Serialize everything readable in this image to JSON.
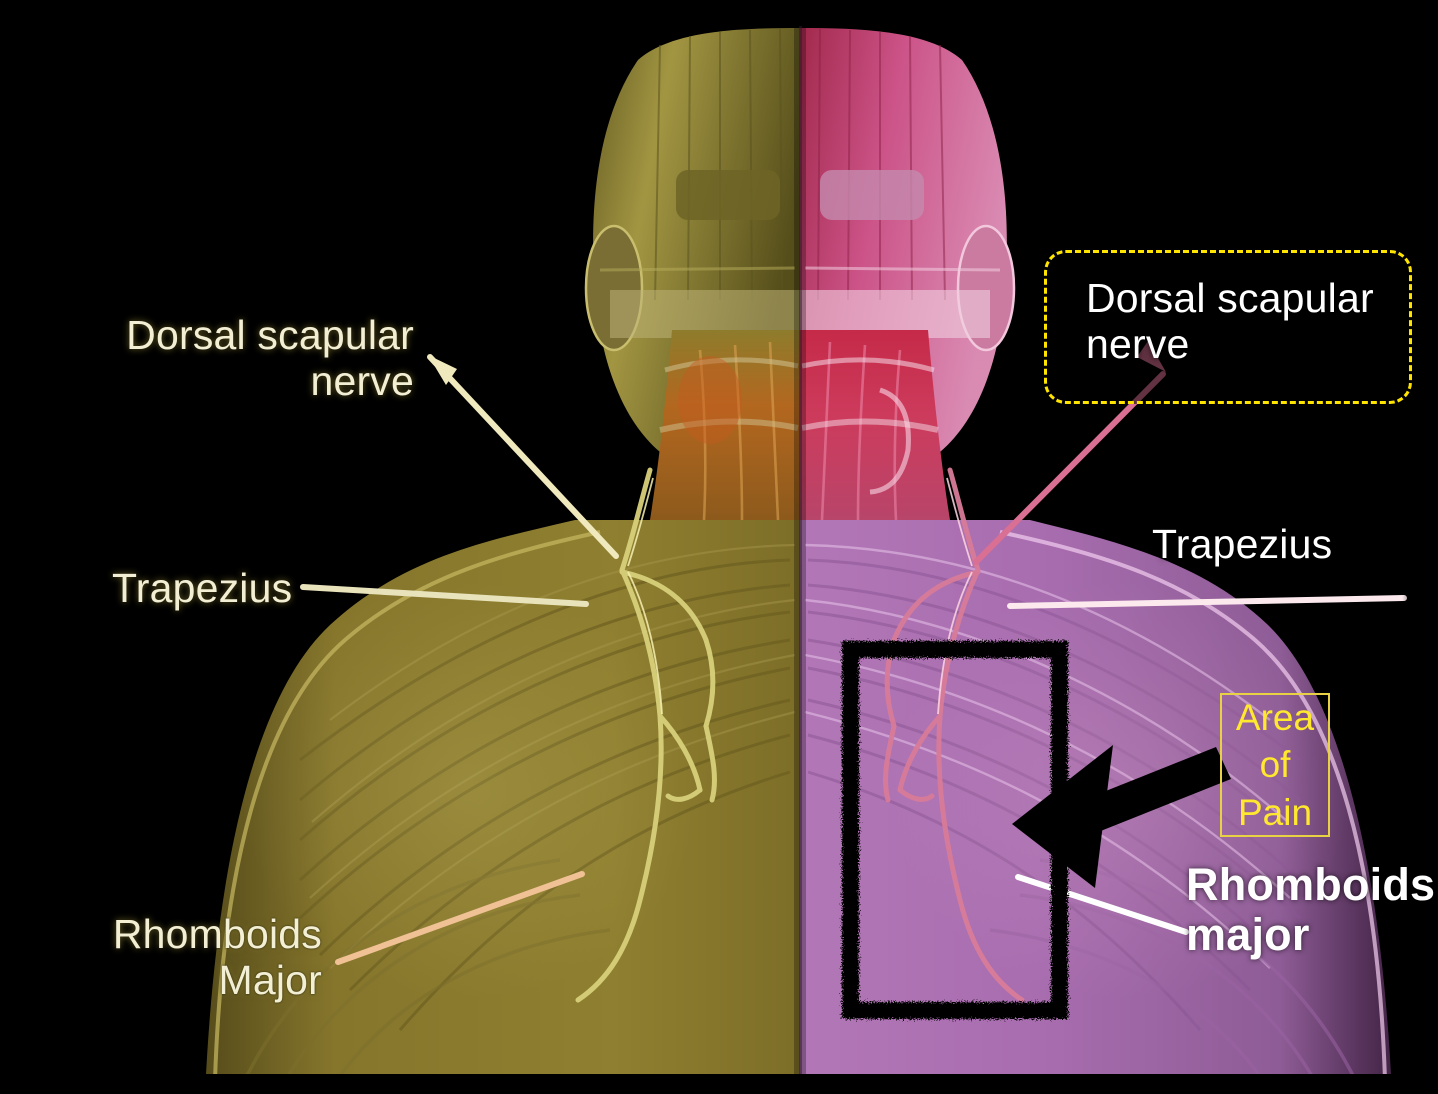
{
  "figure": {
    "type": "anatomical-illustration",
    "subject": "Posterior view of human head, neck and upper back showing dorsal scapular nerve innervating trapezius and rhomboids major",
    "background_color": "#000000",
    "split": "left half rendered in olive/yellow, right half rendered in pink/magenta"
  },
  "labels": {
    "left": {
      "dorsal_scapular_nerve": "Dorsal scapular\nnerve",
      "trapezius": "Trapezius",
      "rhomboids_major": "Rhomboids\nMajor"
    },
    "right": {
      "dorsal_scapular_nerve": "Dorsal scapular\nnerve",
      "trapezius": "Trapezius",
      "rhomboids_major": "Rhomboids\nmajor"
    }
  },
  "annotations": {
    "pain_box": {
      "text": "Area\nof\nPain",
      "border_color": "#e8d244",
      "text_color": "#ffe82e"
    },
    "callout_box": {
      "border_color": "#ffe400",
      "style": "dashed"
    },
    "highlight_rect": {
      "color": "#060606",
      "style": "rough thick black rectangle"
    },
    "pain_arrow": {
      "color": "#000000",
      "direction": "points down-left into highlighted region"
    }
  },
  "colors": {
    "left_muscle": "#8a7a2e",
    "right_muscle": "#a96fae",
    "left_nerve": "#cfc86a",
    "right_nerve": "#d9738f",
    "neck_left": "#b8702a",
    "neck_right": "#c8314e",
    "accent_yellow": "#ffe400",
    "label_warm": "#f3efd4",
    "label_white": "#ffffff"
  }
}
